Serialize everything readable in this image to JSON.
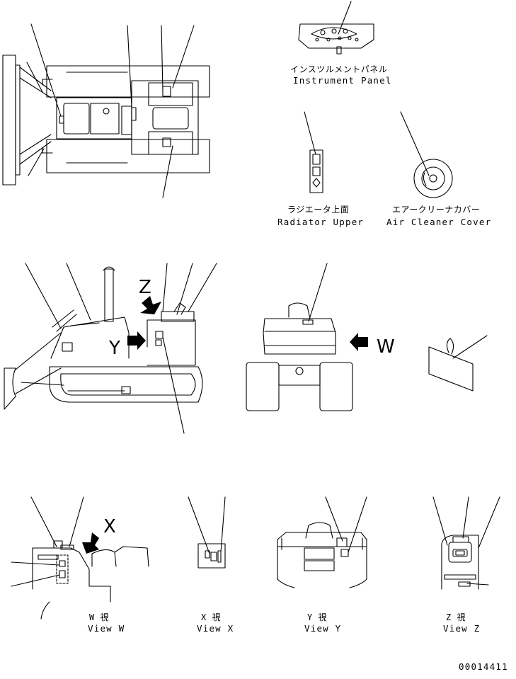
{
  "labels": {
    "instrument_panel_jp": "インスツルメントパネル",
    "instrument_panel_en": "Instrument Panel",
    "radiator_upper_jp": "ラジエータ上面",
    "radiator_upper_en": "Radiator Upper",
    "air_cleaner_cover_jp": "エアークリーナカバー",
    "air_cleaner_cover_en": "Air Cleaner Cover",
    "arrow_z": "Z",
    "arrow_y": "Y",
    "arrow_w": "W",
    "arrow_x": "X",
    "view_w_jp": "W 視",
    "view_w_en": "View W",
    "view_x_jp": "X 視",
    "view_x_en": "View X",
    "view_y_jp": "Y 視",
    "view_y_en": "View Y",
    "view_z_jp": "Z 視",
    "view_z_en": "View Z",
    "drawing_number": "00014411"
  }
}
